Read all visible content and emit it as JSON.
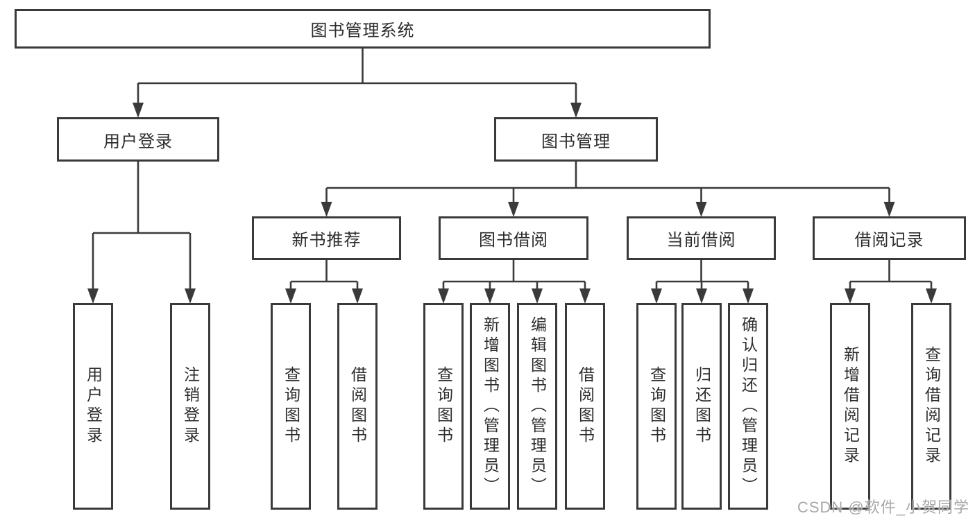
{
  "diagram": {
    "title": "图书管理系统",
    "level2": [
      "用户登录",
      "图书管理"
    ],
    "level3": [
      "新书推荐",
      "图书借阅",
      "当前借阅",
      "借阅记录"
    ],
    "level4_groups": {
      "user_login": [
        "用户登录",
        "注销登录"
      ],
      "new_book": [
        "查询图书",
        "借阅图书"
      ],
      "book_borrow": [
        "查询图书",
        "新增图书（管理员）",
        "编辑图书（管理员）",
        "借阅图书"
      ],
      "current_borrow": [
        "查询图书",
        "归还图书",
        "确认归还（管理员）"
      ],
      "borrow_record": [
        "新增借阅记录",
        "查询借阅记录"
      ]
    }
  },
  "watermark": "CSDN @软件_小贺同学",
  "colors": {
    "line": "#3a3a3a",
    "text": "#2d2d2d",
    "watermark": "#a8a8a8",
    "background": "#ffffff"
  }
}
